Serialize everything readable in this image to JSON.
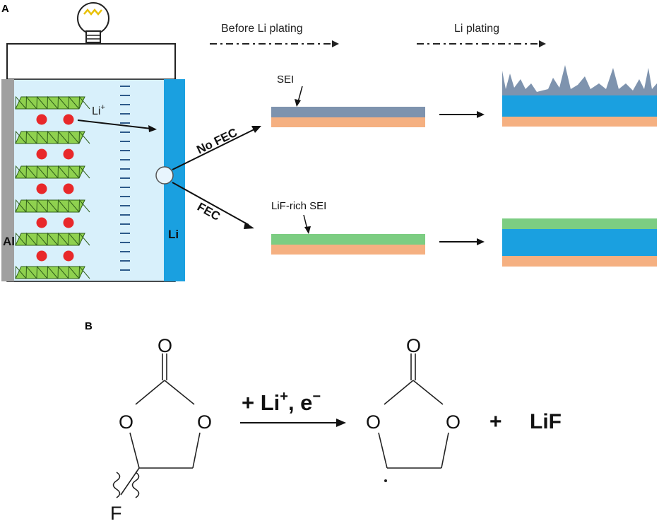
{
  "panels": {
    "a_label": "A",
    "b_label": "B"
  },
  "cell": {
    "ion_label": "Li",
    "ion_charge": "+",
    "anode_label": "Li",
    "cathode_label": "Al"
  },
  "flow": {
    "before_plating": "Before Li plating",
    "plating": "Li plating"
  },
  "branches": {
    "no_fec": "No FEC",
    "fec": "FEC"
  },
  "layers": {
    "sei": "SEI",
    "lif_sei": "LiF-rich SEI"
  },
  "reaction": {
    "reagent_prefix": "+ Li",
    "reagent_charge": "+",
    "reagent_sep": ", e",
    "electron_charge": "−",
    "plus": "+",
    "product": "LiF",
    "atom_o": "O",
    "atom_f": "F"
  },
  "colors": {
    "electrolyte": "#d8f0fb",
    "li_metal": "#1aa0e0",
    "sei": "#7e93ae",
    "lif_sei": "#7ccd82",
    "current_collector": "#f5b081",
    "cathode_layer": "#8fd14f",
    "li_ion": "#e8282a",
    "al_collector": "#a0a0a0"
  }
}
